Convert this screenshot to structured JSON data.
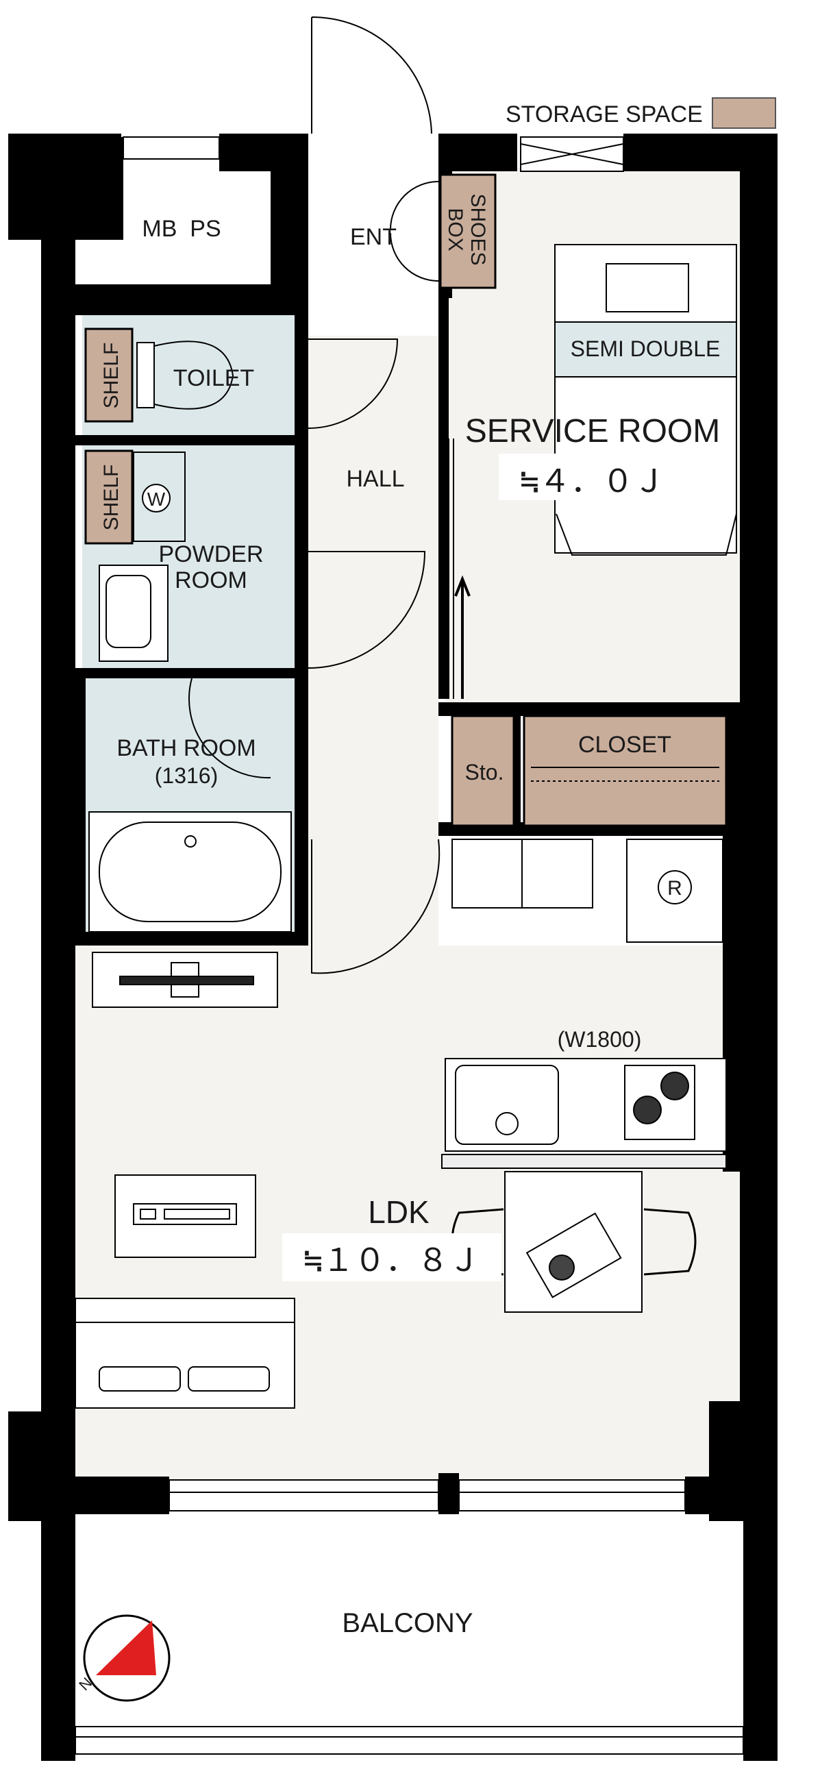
{
  "legend": {
    "label": "STORAGE SPACE",
    "color": "#c9ad9b"
  },
  "colors": {
    "wall": "#000000",
    "floor": "#f4f3ef",
    "wet_area": "#dde8ea",
    "storage": "#c9ad9b",
    "white": "#ffffff",
    "compass_arrow": "#e02020"
  },
  "rooms": {
    "mb_ps": "MB  PS",
    "entrance": "ENT",
    "shoes_box_line1": "SHOES",
    "shoes_box_line2": "BOX",
    "shelf_toilet": "SHELF",
    "toilet": "TOILET",
    "shelf_powder": "SHELF",
    "washer_mark": "W",
    "powder_room_line1": "POWDER",
    "powder_room_line2": "ROOM",
    "hall": "HALL",
    "bathroom": "BATH ROOM",
    "bathroom_size": "(1316)",
    "service_room": "SERVICE ROOM",
    "service_room_area": "≒４．０Ｊ",
    "bed": "SEMI DOUBLE",
    "closet": "CLOSET",
    "storage_small": "Sto.",
    "fridge_mark": "R",
    "kitchen_width": "(W1800)",
    "ldk": "LDK",
    "ldk_area": "≒１０．８Ｊ",
    "balcony": "BALCONY"
  },
  "compass": {
    "icon": "north-arrow-icon",
    "letter": "N"
  }
}
